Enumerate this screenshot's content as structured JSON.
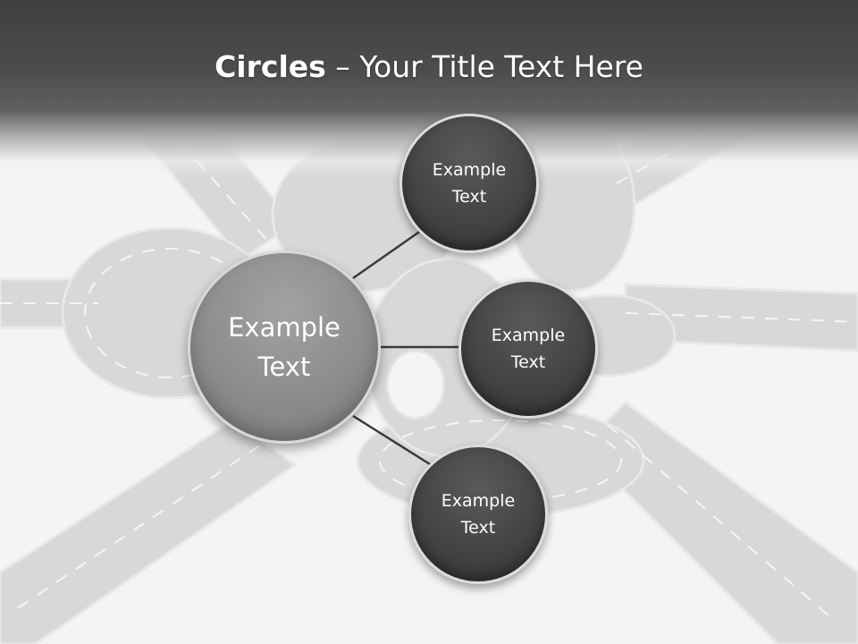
{
  "title": {
    "bold": "Circles",
    "rest": " – Your Title Text Here"
  },
  "center": {
    "label": "Example Text"
  },
  "satellites": [
    {
      "label": "Example Text"
    },
    {
      "label": "Example Text"
    },
    {
      "label": "Example Text"
    }
  ],
  "colors": {
    "header": "#4a4a4a",
    "center_circle": "#8c8c8c",
    "satellite_circle": "#444444",
    "connector": "#3a3a3a",
    "road": "#d6d6d6"
  },
  "background": {
    "image": "roads-knot"
  }
}
